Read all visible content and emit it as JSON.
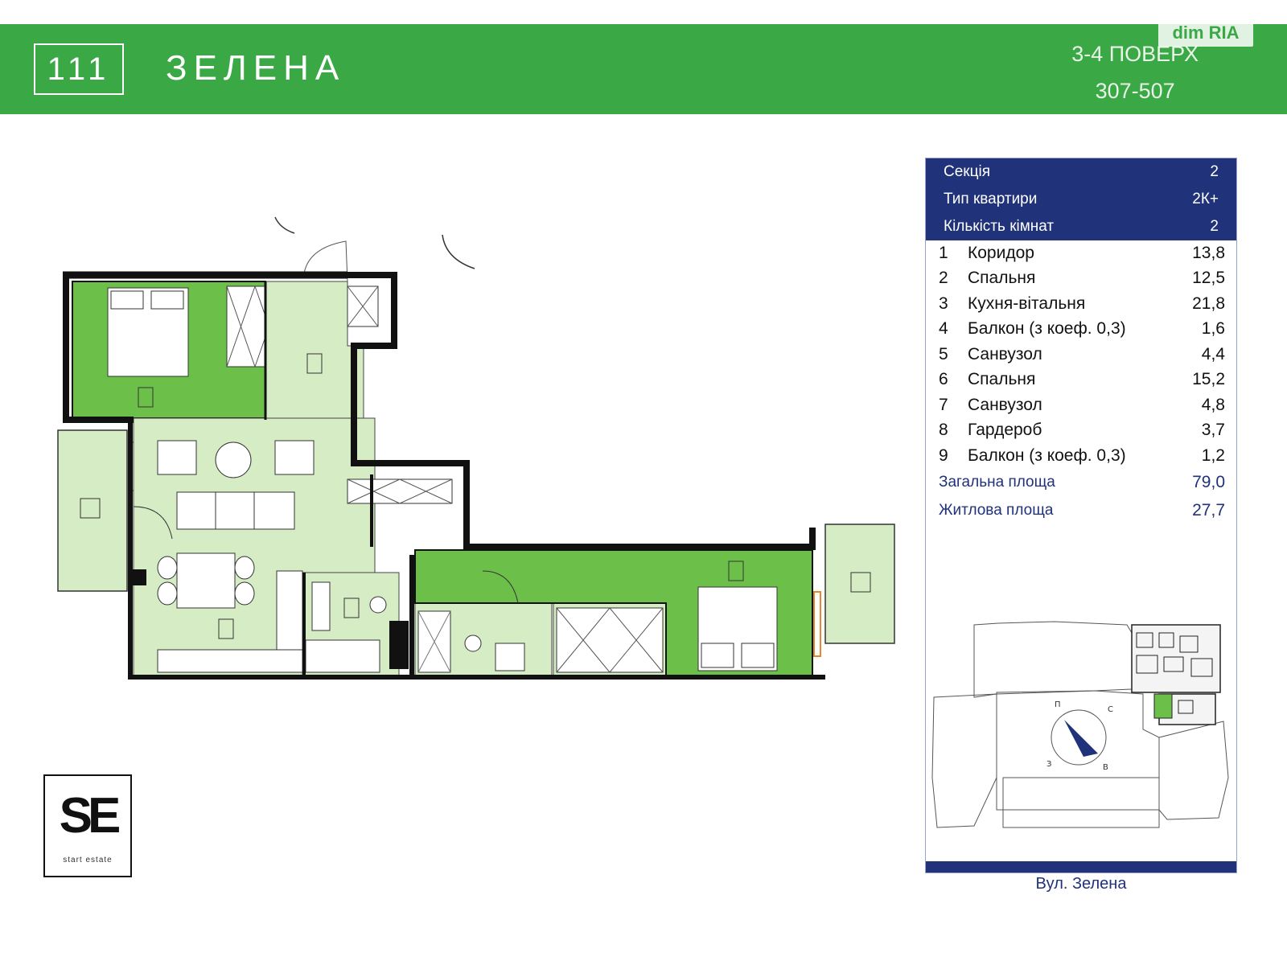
{
  "header": {
    "logo_number": "111",
    "brand_name": "ЗЕЛЕНА",
    "floor_label": "3-4 ПОВЕРХ",
    "apartment_numbers": "307-507",
    "watermark_text": "dim RIA"
  },
  "info_panel": {
    "section_label": "Секція",
    "section_value": "2",
    "type_label": "Тип квартири",
    "type_value": "2К+",
    "rooms_label": "Кількість кімнат",
    "rooms_value": "2",
    "rooms": [
      {
        "num": "1",
        "name": "Коридор",
        "area": "13,8"
      },
      {
        "num": "2",
        "name": "Спальня",
        "area": "12,5"
      },
      {
        "num": "3",
        "name": "Кухня-вітальня",
        "area": "21,8"
      },
      {
        "num": "4",
        "name": "Балкон (з коеф. 0,3)",
        "area": "1,6"
      },
      {
        "num": "5",
        "name": "Санвузол",
        "area": "4,4"
      },
      {
        "num": "6",
        "name": "Спальня",
        "area": "15,2"
      },
      {
        "num": "7",
        "name": "Санвузол",
        "area": "4,8"
      },
      {
        "num": "8",
        "name": "Гардероб",
        "area": "3,7"
      },
      {
        "num": "9",
        "name": "Балкон (з коеф. 0,3)",
        "area": "1,2"
      }
    ],
    "total_label": "Загальна площа",
    "total_value": "79,0",
    "living_label": "Житлова площа",
    "living_value": "27,7",
    "street": "Вул. Зелена"
  },
  "developer_logo": {
    "letters": "SE",
    "subtitle": "start estate"
  },
  "colors": {
    "header_green": "#3aa845",
    "room_green": "#6cc04a",
    "light_green": "#d5ecc4",
    "panel_navy": "#20327a",
    "wall": "#111111"
  },
  "icons": {
    "compass": "compass-rose-icon"
  }
}
